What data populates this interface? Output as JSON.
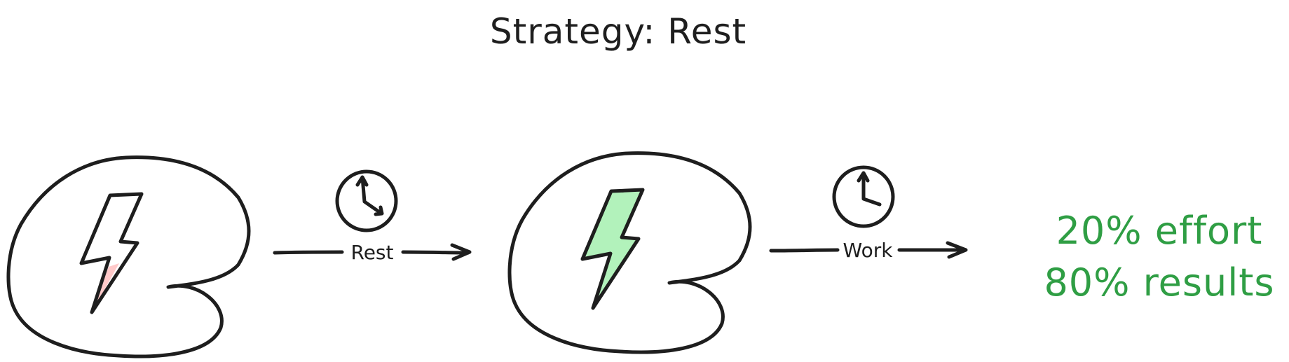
{
  "title": "Strategy: Rest",
  "edges": [
    {
      "label": "Rest"
    },
    {
      "label": "Work"
    }
  ],
  "result": {
    "line1": "20% effort",
    "line2": "80% results"
  },
  "icons": {
    "state": "energy-bolt-icon",
    "clock": "clock-icon",
    "arrow": "arrow-right-icon"
  },
  "colors": {
    "ink": "#1e1e1e",
    "bolt_low": "#ffc9c9",
    "bolt_full": "#b2f2bb",
    "result_text": "#2f9e44"
  }
}
